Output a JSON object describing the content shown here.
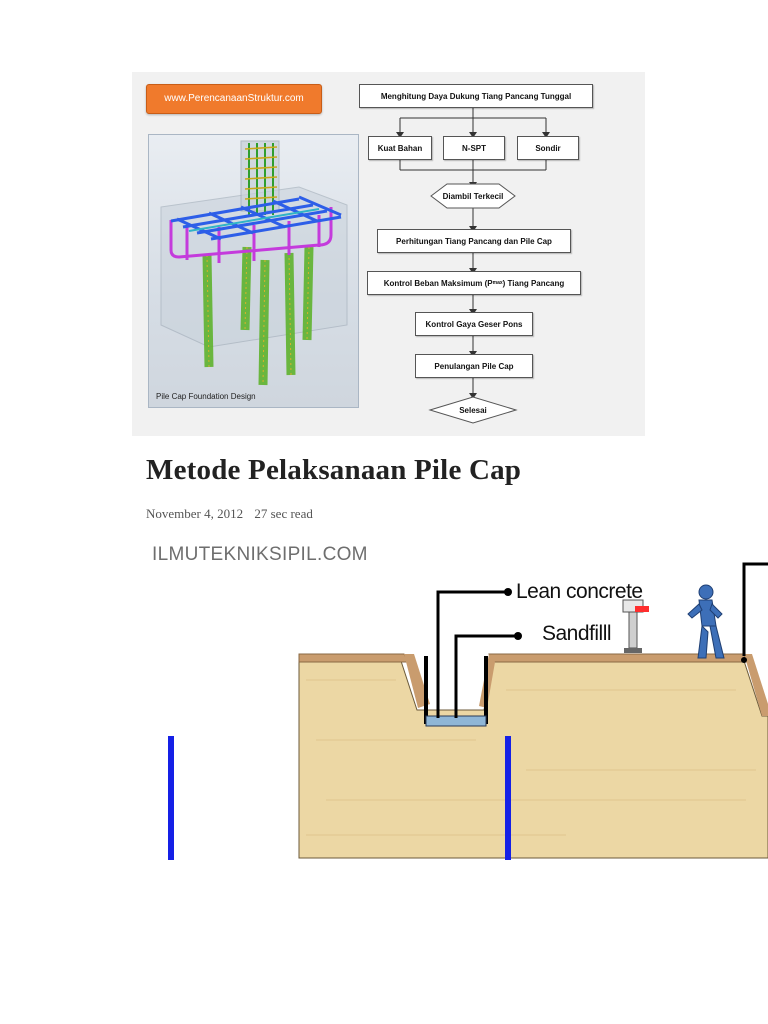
{
  "figure_top": {
    "url_badge": "www.PerencanaanStruktur.com",
    "render_caption": "Pile Cap Foundation Design",
    "flow": {
      "step1": "Menghitung Daya Dukung Tiang Pancang Tunggal",
      "branches": [
        "Kuat Bahan",
        "N-SPT",
        "Sondir"
      ],
      "decision": "Diambil Terkecil",
      "step2": "Perhitungan Tiang Pancang dan Pile Cap",
      "step3_prefix": "Kontrol Beban Maksimum (P",
      "step3_sub": "max",
      "step3_suffix": ") Tiang Pancang",
      "step4": "Kontrol Gaya Geser Pons",
      "step5": "Penulangan Pile Cap",
      "end": "Selesai"
    }
  },
  "article": {
    "title": "Metode Pelaksanaan Pile Cap",
    "date": "November 4, 2012",
    "read_time": "27 sec read"
  },
  "figure_bottom": {
    "watermark": "ILMUTEKNIKSIPIL.COM",
    "label_lean": "Lean concrete",
    "label_sand": "Sandfilll",
    "colors": {
      "soil": "#ecd7a4",
      "topsoil": "#c99c6e",
      "pile": "#1520e6"
    }
  }
}
